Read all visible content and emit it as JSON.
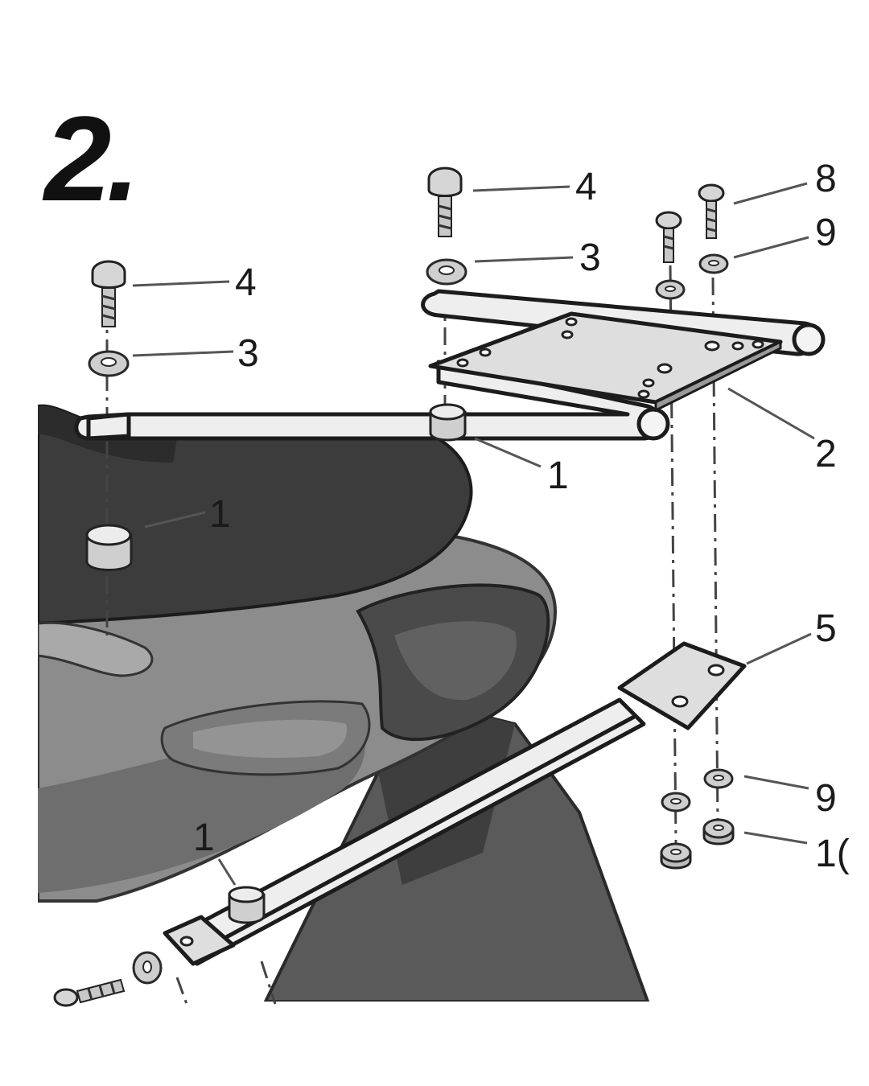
{
  "diagram": {
    "step_number": "2.",
    "callouts": [
      {
        "id": "callout-4-left",
        "text": "4"
      },
      {
        "id": "callout-3-left",
        "text": "3"
      },
      {
        "id": "callout-1-left",
        "text": "1"
      },
      {
        "id": "callout-4-center",
        "text": "4"
      },
      {
        "id": "callout-3-center",
        "text": "3"
      },
      {
        "id": "callout-1-center",
        "text": "1"
      },
      {
        "id": "callout-8",
        "text": "8"
      },
      {
        "id": "callout-9-top",
        "text": "9"
      },
      {
        "id": "callout-2",
        "text": "2"
      },
      {
        "id": "callout-5",
        "text": "5"
      },
      {
        "id": "callout-9-bottom",
        "text": "9"
      },
      {
        "id": "callout-1-right",
        "text": "1("
      },
      {
        "id": "callout-1-bottom",
        "text": "1"
      }
    ]
  }
}
